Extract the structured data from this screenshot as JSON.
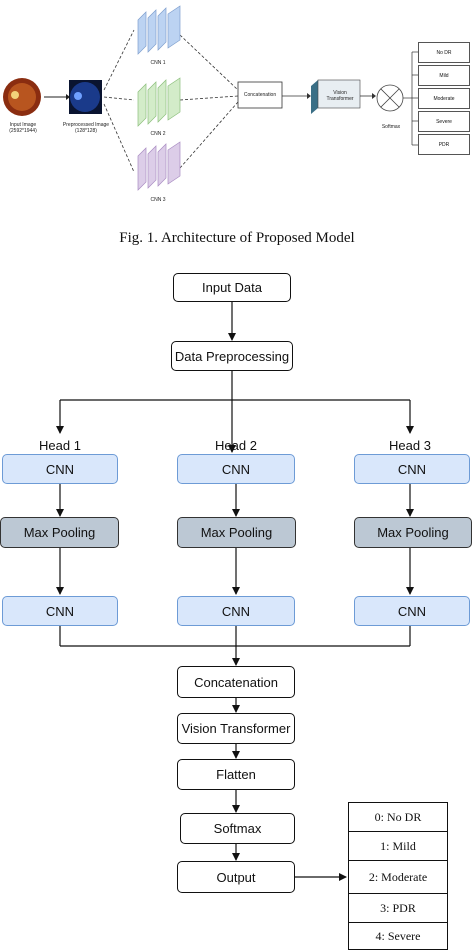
{
  "top_figure": {
    "input_label": "Input Image",
    "input_size": "(2592*1944)",
    "pre_label": "Preprocessed Image",
    "pre_size": "(128*128)",
    "cnn1": "CNN 1",
    "cnn2": "CNN 2",
    "cnn3": "CNN 3",
    "concat": "Concatenation",
    "vit": "Vision Transformer",
    "softmax": "Softmax",
    "classes": [
      "No DR",
      "Mild",
      "Moderate",
      "Severe",
      "PDR"
    ]
  },
  "caption": "Fig. 1.  Architecture of Proposed Model",
  "flow": {
    "input_data": "Input Data",
    "preprocessing": "Data Preprocessing",
    "heads": [
      {
        "label": "Head 1",
        "cnn_a": "CNN",
        "pool": "Max Pooling",
        "cnn_b": "CNN"
      },
      {
        "label": "Head 2",
        "cnn_a": "CNN",
        "pool": "Max Pooling",
        "cnn_b": "CNN"
      },
      {
        "label": "Head 3",
        "cnn_a": "CNN",
        "pool": "Max Pooling",
        "cnn_b": "CNN"
      }
    ],
    "concatenation": "Concatenation",
    "vision_transformer": "Vision Transformer",
    "flatten": "Flatten",
    "softmax": "Softmax",
    "output": "Output"
  },
  "output_classes": [
    "0: No DR",
    "1: Mild",
    "2: Moderate",
    "3: PDR",
    "4: Severe"
  ],
  "colors": {
    "cnn_fill": "#d9e7fb",
    "pool_fill": "#bcc8d4",
    "cnn_blue": "#bcd3f2",
    "cnn_green": "#d3ecc9",
    "cnn_purple": "#dccde8"
  }
}
